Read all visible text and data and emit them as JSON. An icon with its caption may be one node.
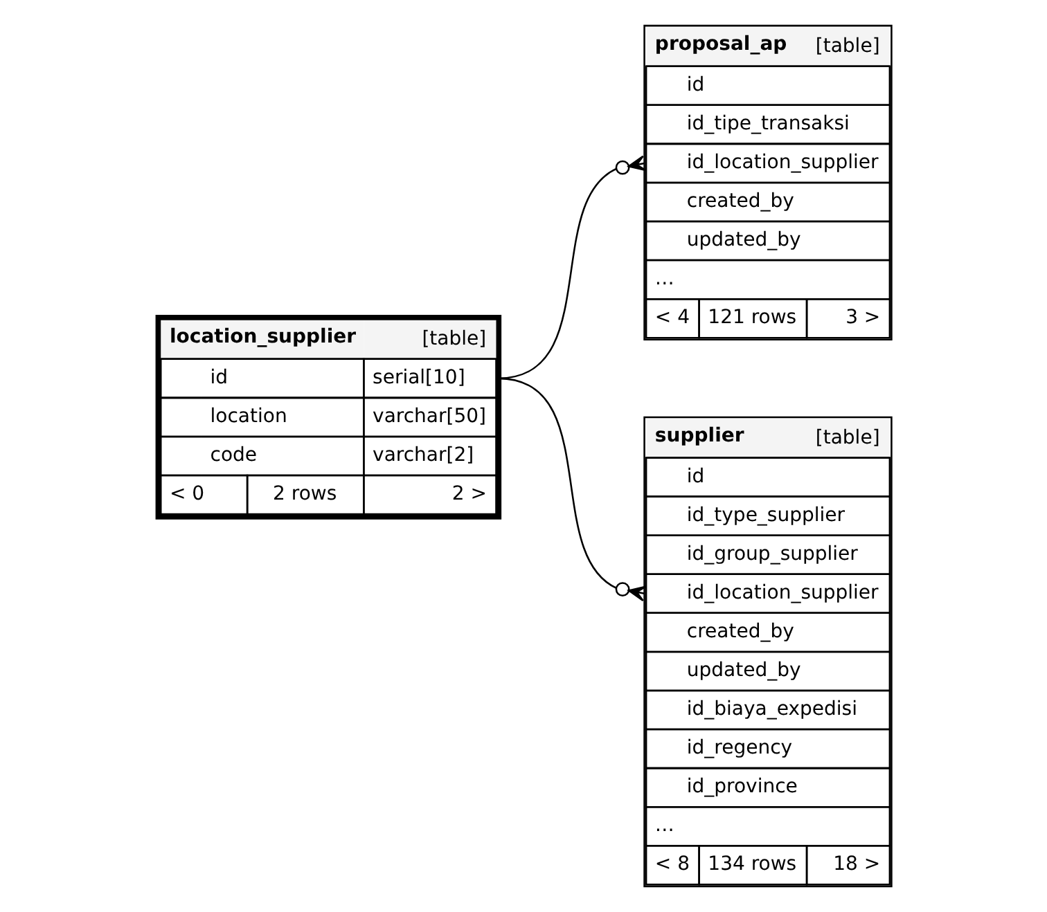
{
  "diagram": {
    "nodes": [
      {
        "text": [
          "proposal_ap",
          "[table]",
          "id",
          "id_tipe_transaksi",
          "id_location_supplier",
          "created_by",
          "updated_by",
          "…",
          "< 4",
          "121 rows",
          "3 >"
        ]
      },
      {
        "text": [
          "location_supplier",
          "[table]",
          "id",
          "serial[10]",
          "location",
          "varchar[50]",
          "code",
          "varchar[2]",
          "< 0",
          "2 rows",
          "2 >"
        ]
      },
      {
        "text": [
          "supplier",
          "[table]",
          "id",
          "id_type_supplier",
          "id_group_supplier",
          "id_location_supplier",
          "created_by",
          "updated_by",
          "id_biaya_expedisi",
          "id_regency",
          "id_province",
          "…",
          "< 8",
          "134 rows",
          "18 >"
        ]
      }
    ],
    "edges": [
      {
        "from": 1,
        "to": 0,
        "arrow": "other"
      },
      {
        "from": 1,
        "to": 2,
        "arrow": "other"
      }
    ]
  }
}
